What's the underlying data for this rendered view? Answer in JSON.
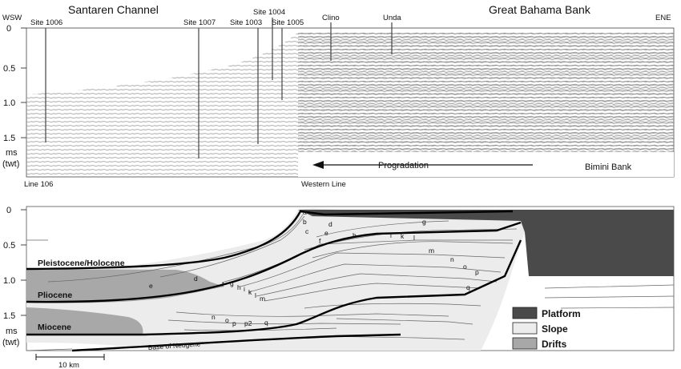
{
  "top_panel": {
    "title_left": "Santaren Channel",
    "title_right": "Great Bahama Bank",
    "dir_left": "WSW",
    "dir_right": "ENE",
    "axis_ticks": [
      "0",
      "0.5",
      "1.0",
      "1.5"
    ],
    "axis_unit": "ms",
    "axis_unit2": "(twt)",
    "sites": [
      "Site 1006",
      "Site 1007",
      "Site 1003",
      "Site 1004",
      "Site 1005"
    ],
    "features": [
      "Clino",
      "Unda"
    ],
    "progradation_label": "Progradation",
    "bank_label": "Bimini Bank",
    "line_left": "Line 106",
    "line_right": "Western Line"
  },
  "bottom_panel": {
    "axis_ticks": [
      "0",
      "0.5",
      "1.0",
      "1.5"
    ],
    "axis_unit": "ms",
    "axis_unit2": "(twt)",
    "units": [
      "Pleistocene/Holocene",
      "Pliocene",
      "Miocene"
    ],
    "base_label": "Base of Neogene",
    "horizons": [
      "a",
      "b",
      "c",
      "d",
      "e",
      "f",
      "g",
      "h",
      "i",
      "k",
      "l",
      "m",
      "n",
      "o",
      "p",
      "p2",
      "q"
    ],
    "legend": [
      {
        "label": "Platform",
        "color": "#4a4a4a"
      },
      {
        "label": "Slope",
        "color": "#ececec"
      },
      {
        "label": "Drifts",
        "color": "#a8a8a8"
      }
    ],
    "scale_label": "10 km"
  }
}
